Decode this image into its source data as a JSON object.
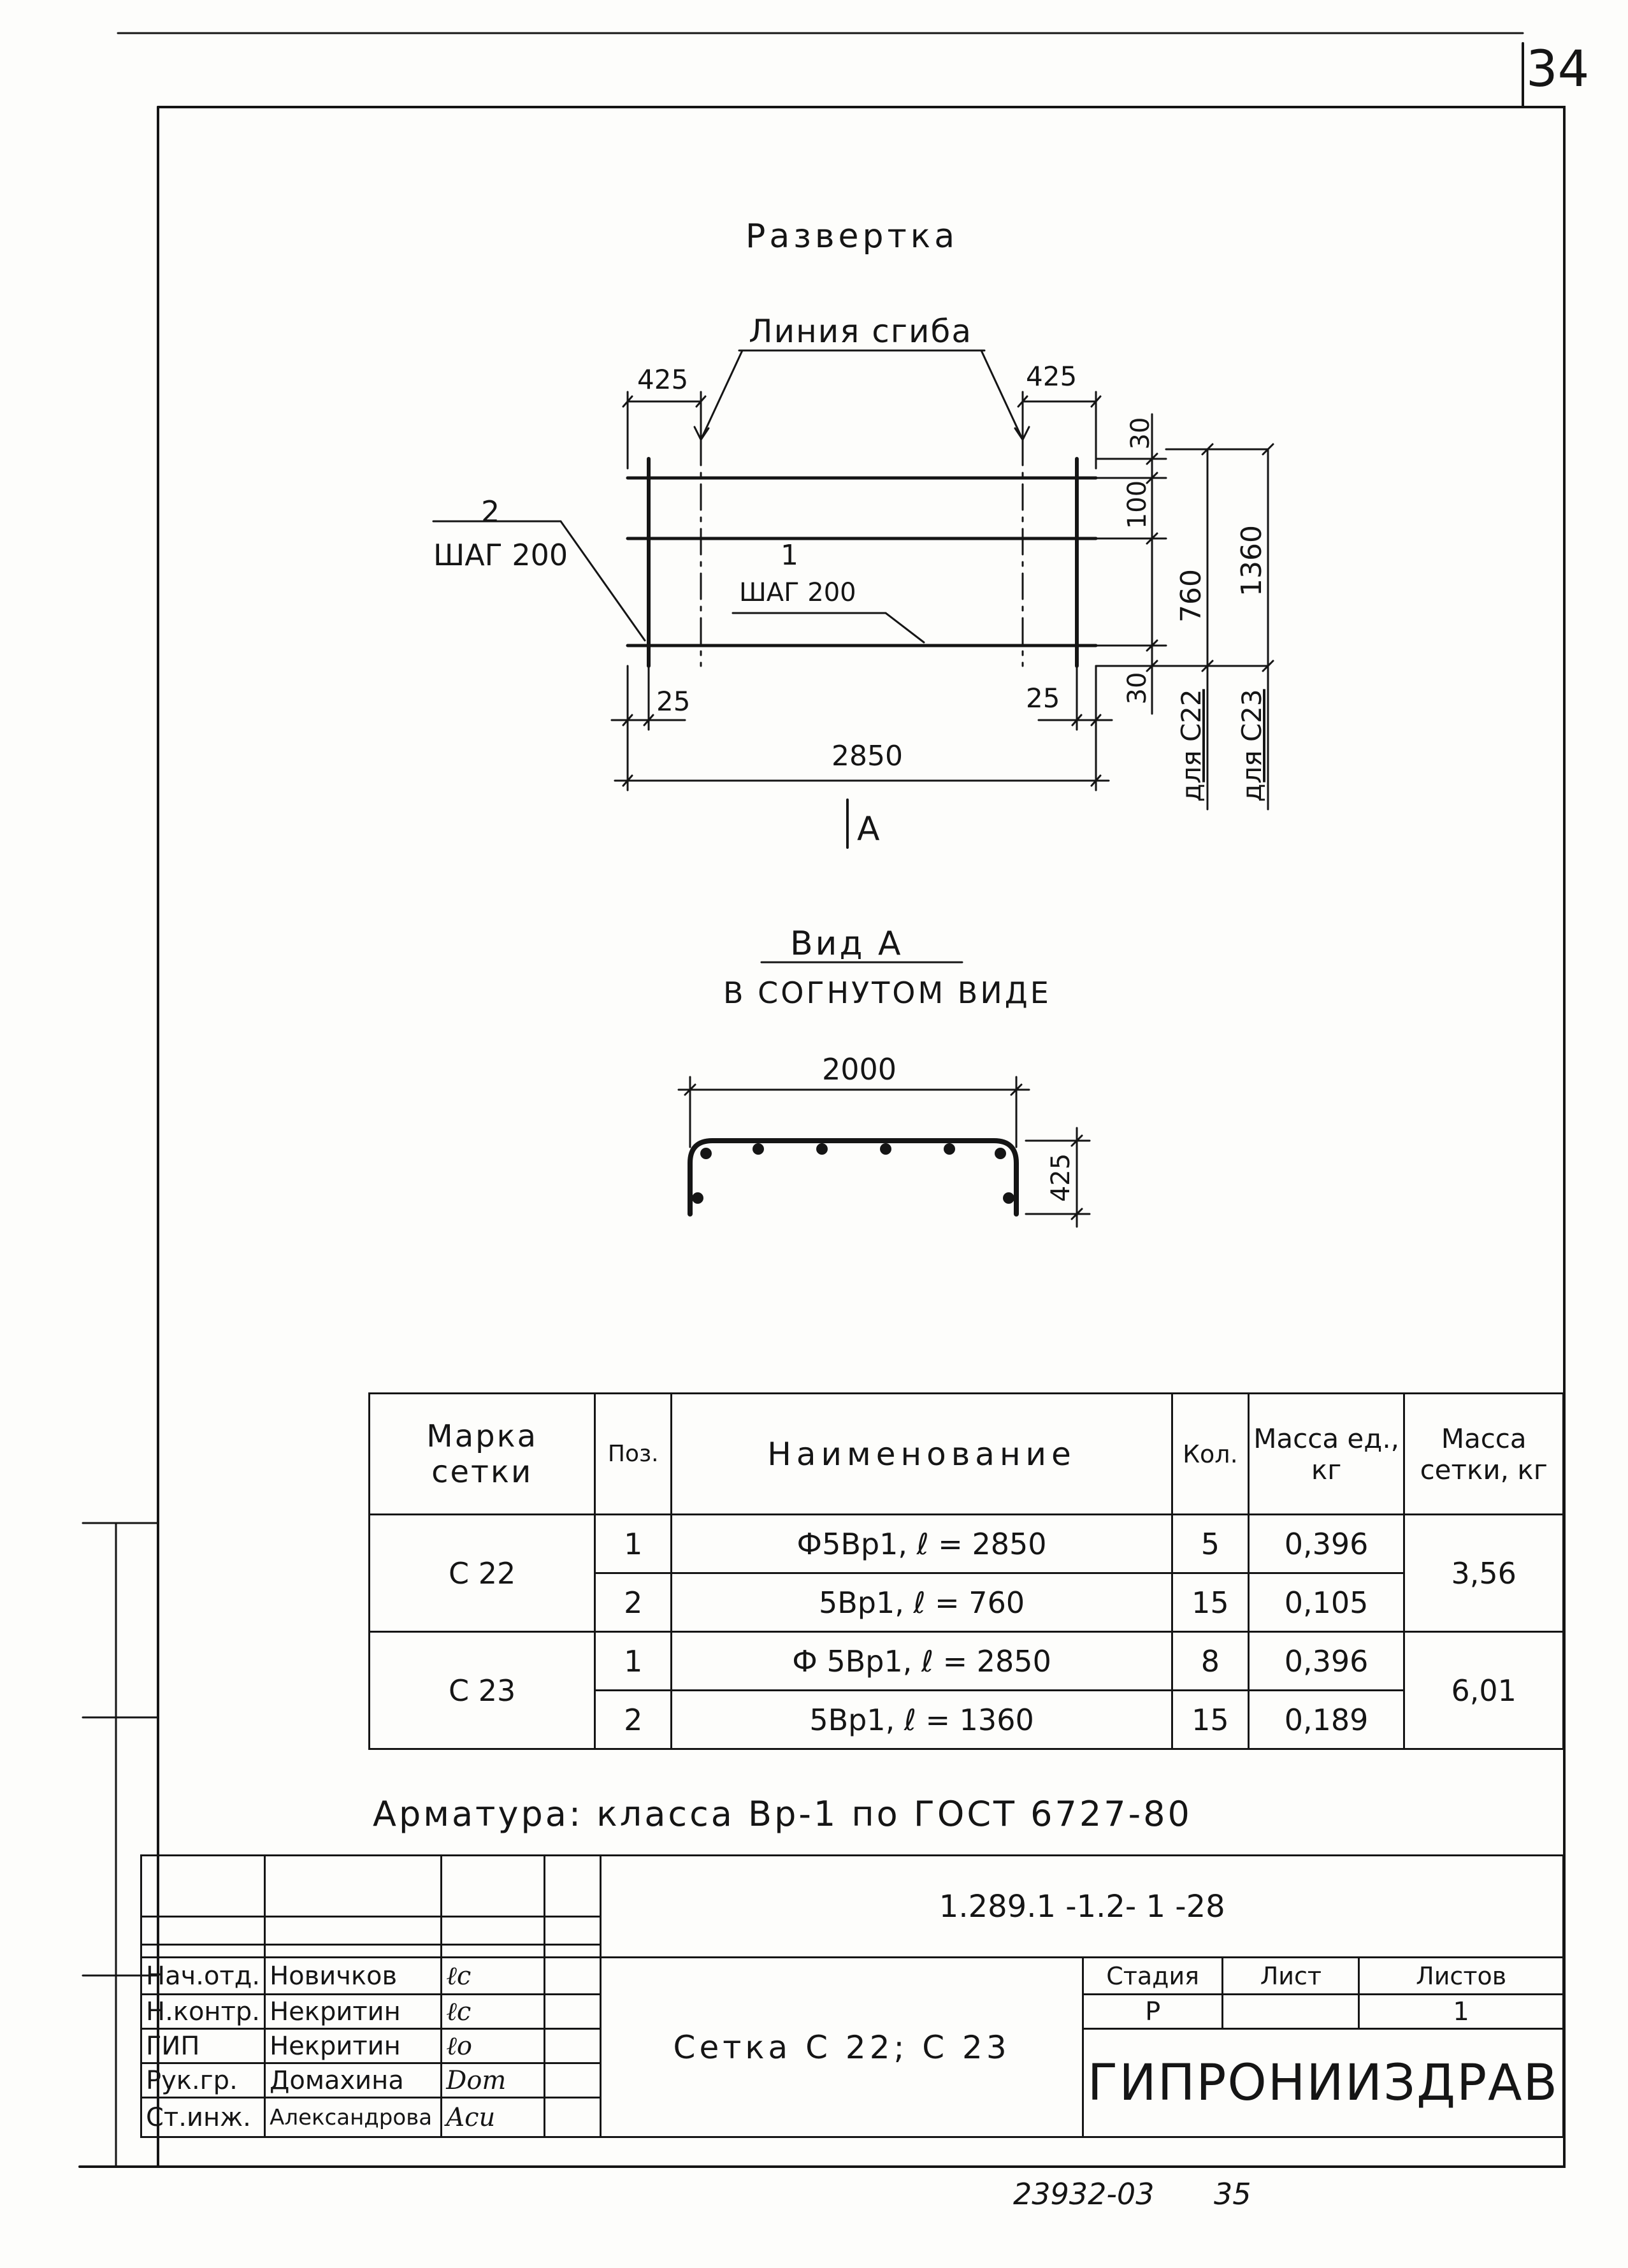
{
  "sheet": {
    "page_number": "34",
    "archive_number": "23932-03",
    "archive_page": "35"
  },
  "development": {
    "title": "Развертка",
    "bend_line_label": "Линия сгиба",
    "dim_bend_left": "425",
    "dim_bend_right": "425",
    "pos2_number": "2",
    "pos2_step": "шаг 200",
    "pos1_number": "1",
    "pos1_step": "шаг 200",
    "dim_edge_left": "25",
    "dim_edge_right": "25",
    "dim_overall_length": "2850",
    "dim_top_offset": "30",
    "dim_first_step": "100",
    "dim_width_c22": "760",
    "dim_width_c23": "1360",
    "dim_bottom_offset": "30",
    "label_for_c22": "для С22",
    "label_for_c23": "для С23",
    "view_marker": "А"
  },
  "view_a": {
    "title": "Вид А",
    "subtitle": "в согнутом виде",
    "dim_width": "2000",
    "dim_height": "425"
  },
  "spec_table": {
    "headers": {
      "mark": "Марка сетки",
      "pos": "Поз.",
      "name": "Наименование",
      "qty": "Кол.",
      "unit_mass": "Масса ед., кг",
      "mesh_mass": "Масса сетки, кг"
    },
    "groups": [
      {
        "mark": "С 22",
        "mesh_mass": "3,56",
        "rows": [
          {
            "pos": "1",
            "name": "Ф5Вр1, ℓ = 2850",
            "qty": "5",
            "unit_mass": "0,396"
          },
          {
            "pos": "2",
            "name": "5Вр1, ℓ = 760",
            "qty": "15",
            "unit_mass": "0,105"
          }
        ]
      },
      {
        "mark": "С 23",
        "mesh_mass": "6,01",
        "rows": [
          {
            "pos": "1",
            "name": "Ф 5Вр1, ℓ = 2850",
            "qty": "8",
            "unit_mass": "0,396"
          },
          {
            "pos": "2",
            "name": "5Вр1, ℓ = 1360",
            "qty": "15",
            "unit_mass": "0,189"
          }
        ]
      }
    ]
  },
  "note": "Арматура: класса Вр-1 по ГОСТ 6727-80",
  "title_block": {
    "doc_code": "1.289.1 -1.2- 1 -28",
    "title": "Сетка С 22; С 23",
    "stage_label": "Стадия",
    "sheet_label": "Лист",
    "sheets_label": "Листов",
    "stage_value": "Р",
    "sheet_value": "",
    "sheets_value": "1",
    "organization": "ГИПРОНИИЗДРАВ",
    "roles": [
      {
        "role": "Нач.отд.",
        "name": "Новичков"
      },
      {
        "role": "Н.контр.",
        "name": "Некритин"
      },
      {
        "role": "ГИП",
        "name": "Некритин"
      },
      {
        "role": "Рук.гр.",
        "name": "Домахина"
      },
      {
        "role": "Ст.инж.",
        "name": "Александрова"
      }
    ]
  }
}
